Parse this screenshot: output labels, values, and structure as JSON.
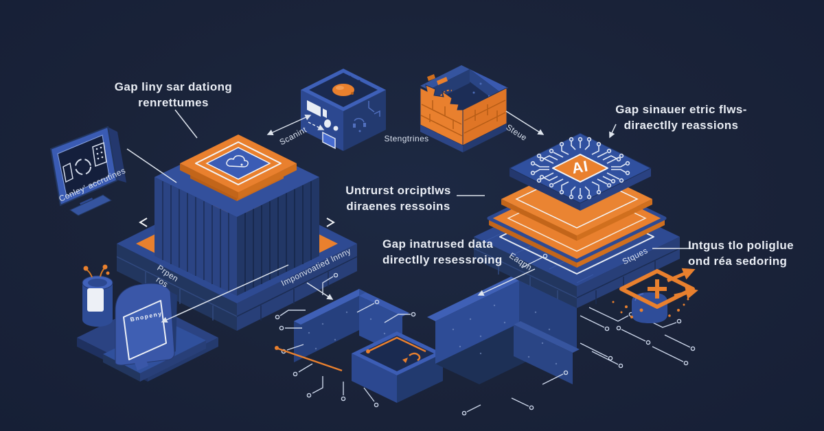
{
  "colors": {
    "background": "#1a2339",
    "accent_orange": "#e9802e",
    "object_blue": "#2f4d9e",
    "text_light": "#e9edf4"
  },
  "icons": [
    "monitor-icon",
    "container-stack-icon",
    "scanner-cube-icon",
    "broken-firewall-icon",
    "ai-chip-stack-icon",
    "battery-icon",
    "tombstone-icon",
    "circuit-boxes-icon",
    "flow-funnel-icon"
  ],
  "labels": {
    "gap_top_left": {
      "line1": "Gap liny sar dationg",
      "line2": "renrettumes"
    },
    "gap_top_right": {
      "line1": "Gap sinauer etric flws-",
      "line2": "diraectlly reassions"
    },
    "untrusted": {
      "line1": "Untrurst orciptlws",
      "line2": "diraenes ressoins"
    },
    "gap_data": {
      "line1": "Gap inatrused data",
      "line2": "directlly resessroing"
    },
    "intgus": {
      "line1": "Intgus tlo poliglue",
      "line2": "ond réa sedoring"
    },
    "monitor": "Conley' accrutines",
    "scanint": "Scanint",
    "stengtrines": "Stengtrines",
    "steue": "Steue",
    "prpen": {
      "line1": "Prpen",
      "line2": "ros"
    },
    "imponvoatied": "Imponvoatied lnnny",
    "eaqpn": "Eaqpn",
    "stques": "Stques",
    "tombstone": "Bnopeny",
    "ai_chip": "AI"
  }
}
